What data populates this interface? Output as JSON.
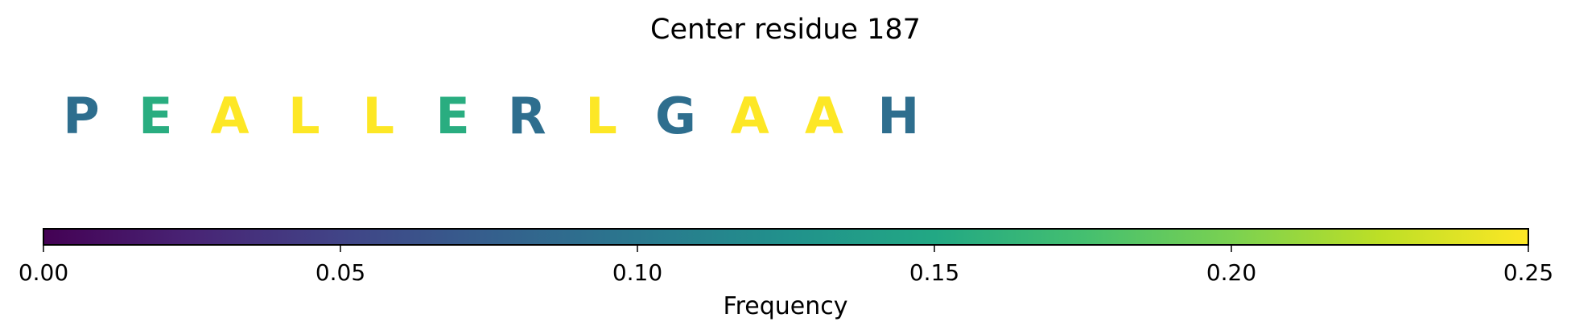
{
  "chart_data": {
    "type": "sequence-frequency",
    "title": "Center residue 187",
    "residues": [
      "P",
      "E",
      "A",
      "L",
      "L",
      "E",
      "R",
      "L",
      "G",
      "A",
      "A",
      "H"
    ],
    "frequencies": [
      0.09,
      0.155,
      0.25,
      0.25,
      0.25,
      0.155,
      0.09,
      0.25,
      0.09,
      0.25,
      0.25,
      0.09
    ],
    "colorbar": {
      "colormap": "viridis",
      "range": [
        0,
        0.25
      ],
      "ticks": [
        "0.00",
        "0.05",
        "0.10",
        "0.15",
        "0.20",
        "0.25"
      ],
      "label": "Frequency",
      "orientation": "horizontal"
    }
  }
}
